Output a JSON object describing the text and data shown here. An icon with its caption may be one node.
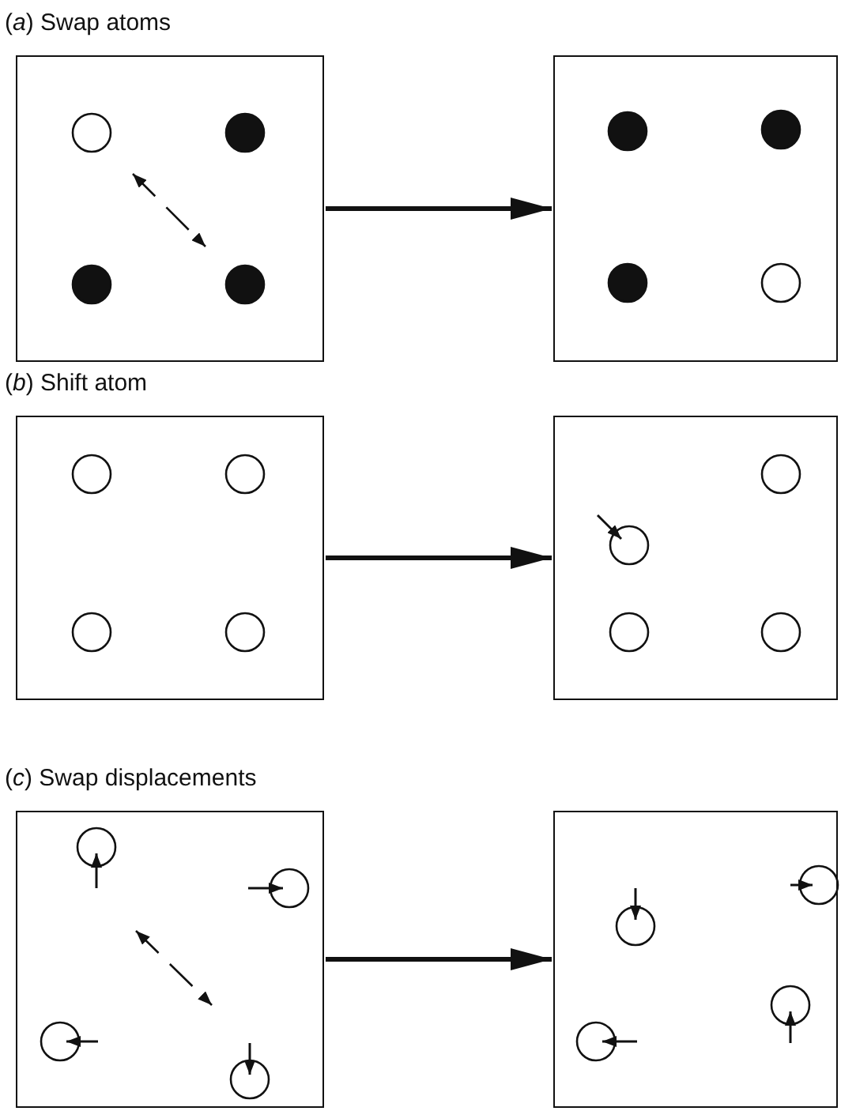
{
  "diagram": {
    "nodes": [
      {
        "text": [
          "(*a*) Swap atoms"
        ]
      },
      {
        "text": [],
        "shape": "box"
      },
      {
        "text": [
          "(*b*) Shift atom"
        ]
      },
      {
        "text": [],
        "shape": "box"
      },
      {
        "text": [
          "(*c*) Swap displacements"
        ]
      },
      {
        "text": [],
        "shape": "box"
      }
    ],
    "edges": [
      {
        "from": 0,
        "to": 1,
        "arrow": "to"
      },
      {
        "from": 2,
        "to": 3,
        "arrow": "to"
      },
      {
        "from": 4,
        "to": 5,
        "arrow": "to"
      }
    ]
  }
}
